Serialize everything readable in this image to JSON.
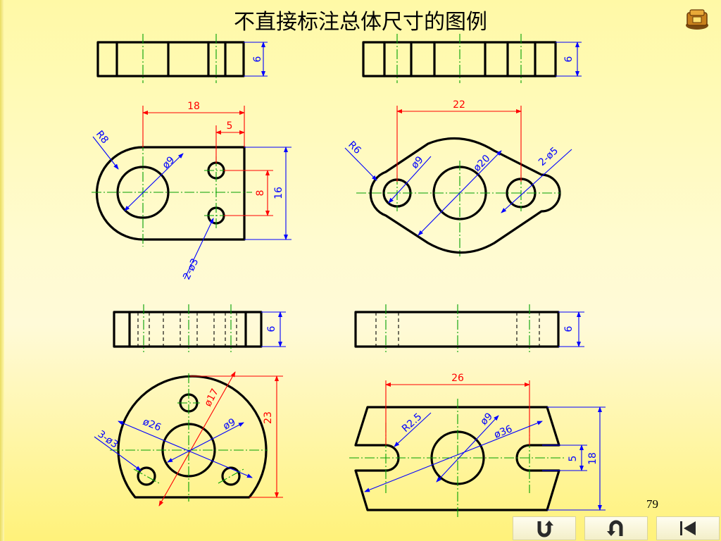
{
  "title": "不直接标注总体尺寸的图例",
  "page_number": "79",
  "nav": {
    "return": "return-icon",
    "back": "back-icon",
    "first": "first-slide-icon"
  },
  "dims": {
    "v1": "6",
    "v2": "6",
    "v3": "6",
    "v4": "6",
    "a_18": "18",
    "a_5": "5",
    "a_r8": "R8",
    "a_d9": "ø9",
    "a_8": "8",
    "a_16": "16",
    "a_2d3": "2-ø3",
    "b_22": "22",
    "b_r6": "R6",
    "b_d9": "ø9",
    "b_d20": "ø20",
    "b_2d5": "2-ø5",
    "c_d17": "ø17",
    "c_23": "23",
    "c_d26": "ø26",
    "c_d9": "ø9",
    "c_3d3": "3-ø3",
    "d_26": "26",
    "d_r25": "R2.5",
    "d_d9": "ø9",
    "d_d36": "ø36",
    "d_5": "5",
    "d_18": "18"
  },
  "colors": {
    "outline": "#000000",
    "center": "#00a000",
    "dim_red": "#ff0000",
    "dim_blue": "#0000ff"
  }
}
